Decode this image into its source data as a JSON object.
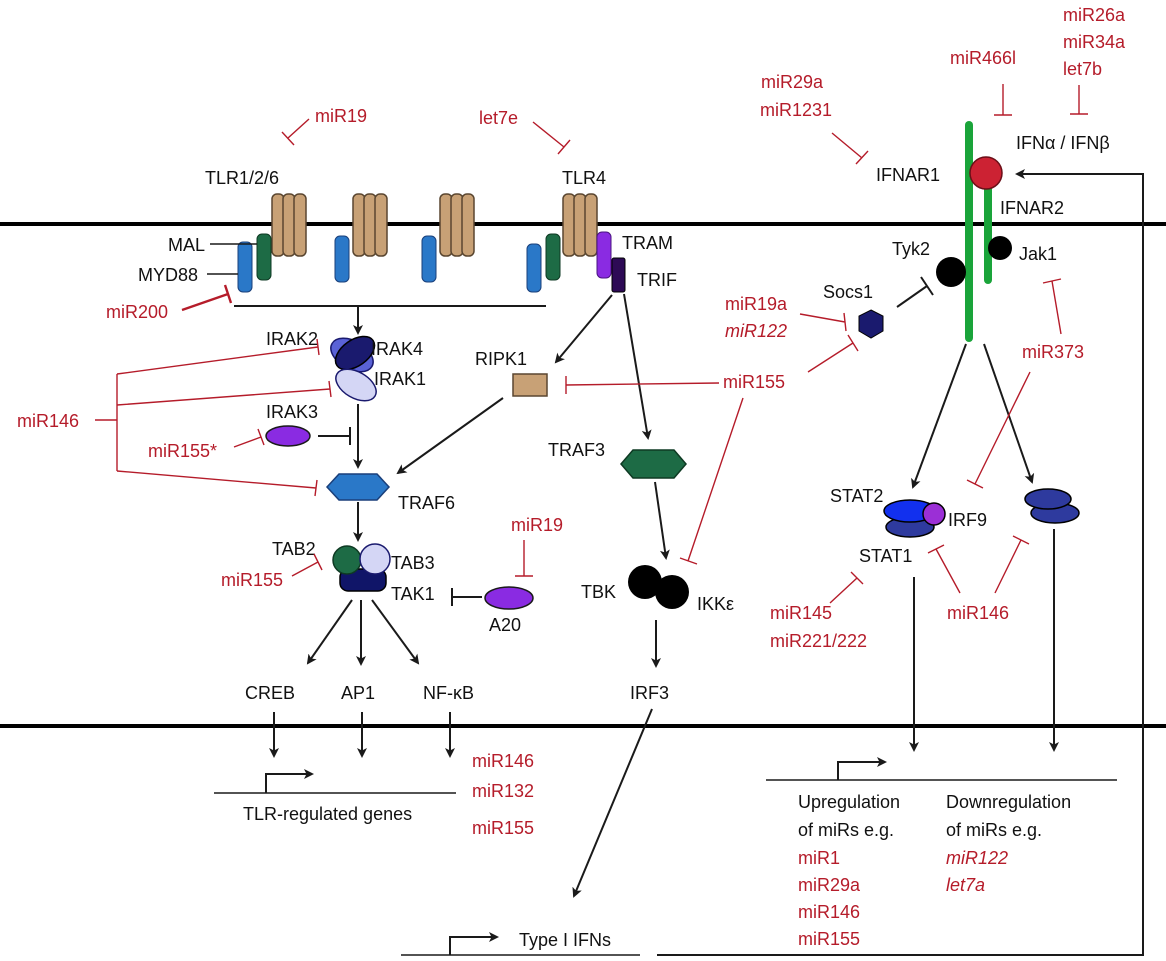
{
  "colors": {
    "mirna": "#b51c2a",
    "membrane": "#000000",
    "receptor": "#c8a176",
    "ifnar": "#1aa43a",
    "ifn_ligand": "#cc2233",
    "purple": "#8a2be2",
    "navy": "#1a1a6e",
    "teal_blue": "#2a78c8",
    "dark_green": "#1d6b45"
  },
  "left": {
    "tlr126": "TLR1/2/6",
    "tlr4": "TLR4",
    "mal": "MAL",
    "myd88": "MYD88",
    "tram": "TRAM",
    "trif": "TRIF",
    "irak2": "IRAK2",
    "irak4": "IRAK4",
    "irak1": "IRAK1",
    "irak3": "IRAK3",
    "traf6": "TRAF6",
    "ripk1": "RIPK1",
    "traf3": "TRAF3",
    "tab2": "TAB2",
    "tab3": "TAB3",
    "tak1": "TAK1",
    "a20": "A20",
    "tbk": "TBK",
    "ikke": "IKKε",
    "irf3": "IRF3",
    "creb": "CREB",
    "ap1": "AP1",
    "nfkb": "NF-κB",
    "tlr_genes": "TLR-regulated genes",
    "type1_ifns": "Type I IFNs"
  },
  "right": {
    "ifn": "IFNα / IFNβ",
    "ifnar1": "IFNAR1",
    "ifnar2": "IFNAR2",
    "tyk2": "Tyk2",
    "jak1": "Jak1",
    "socs1": "Socs1",
    "stat2": "STAT2",
    "irf9": "IRF9",
    "stat1": "STAT1",
    "up_line1": "Upregulation",
    "up_line2": "of miRs e.g.",
    "down_line1": "Downregulation",
    "down_line2": "of miRs e.g."
  },
  "mirnas": {
    "mir19_tlr": "miR19",
    "let7e": "let7e",
    "mir200": "miR200",
    "mir146_irak": "miR146",
    "mir155star": "miR155*",
    "mir155_tab": "miR155",
    "mir19_a20": "miR19",
    "mir29a": "miR29a",
    "mir1231": "miR1231",
    "mir466l": "miR466l",
    "mir26a": "miR26a",
    "mir34a": "miR34a",
    "let7b": "let7b",
    "mir19a": "miR19a",
    "mir122_socs": "miR122",
    "mir155_center": "miR155",
    "mir373": "miR373",
    "mir145": "miR145",
    "mir221_222": "miR221/222",
    "mir146_stat": "miR146",
    "out_mir146": "miR146",
    "out_mir132": "miR132",
    "out_mir155": "miR155",
    "up_list": [
      "miR1",
      "miR29a",
      "miR146",
      "miR155"
    ],
    "down_list": [
      "miR122",
      "let7a"
    ]
  }
}
